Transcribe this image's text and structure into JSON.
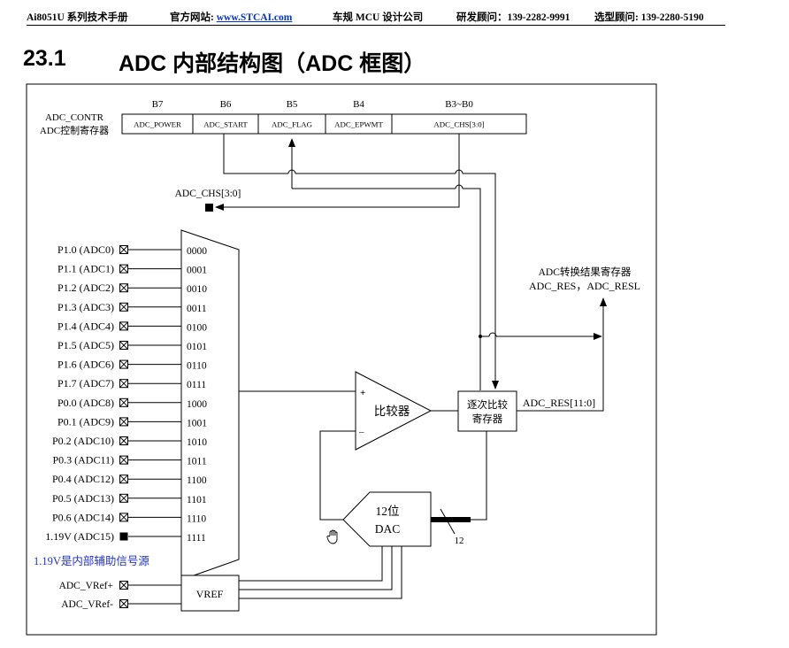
{
  "header": {
    "product": "Ai8051U 系列技术手册",
    "site_label": "官方网站: ",
    "site_url": "www.STCAI.com",
    "tagline": "车规 MCU 设计公司",
    "rd_contact": "研发顾问：139-2282-9991",
    "sales_contact": "选型顾问: 139-2280-5190"
  },
  "section": {
    "number": "23.1",
    "title": "ADC 内部结构图（ADC 框图）"
  },
  "diagram": {
    "register": {
      "name": "ADC_CONTR",
      "desc": "ADC控制寄存器",
      "bit_labels": [
        "B7",
        "B6",
        "B5",
        "B4",
        "B3~B0"
      ],
      "fields": [
        "ADC_POWER",
        "ADC_START",
        "ADC_FLAG",
        "ADC_EPWMT",
        "ADC_CHS[3:0]"
      ]
    },
    "chs_label": "ADC_CHS[3:0]",
    "inputs": [
      {
        "pin": "P1.0 (ADC0)",
        "code": "0000"
      },
      {
        "pin": "P1.1 (ADC1)",
        "code": "0001"
      },
      {
        "pin": "P1.2 (ADC2)",
        "code": "0010"
      },
      {
        "pin": "P1.3 (ADC3)",
        "code": "0011"
      },
      {
        "pin": "P1.4 (ADC4)",
        "code": "0100"
      },
      {
        "pin": "P1.5 (ADC5)",
        "code": "0101"
      },
      {
        "pin": "P1.6 (ADC6)",
        "code": "0110"
      },
      {
        "pin": "P1.7 (ADC7)",
        "code": "0111"
      },
      {
        "pin": "P0.0 (ADC8)",
        "code": "1000"
      },
      {
        "pin": "P0.1 (ADC9)",
        "code": "1001"
      },
      {
        "pin": "P0.2 (ADC10)",
        "code": "1010"
      },
      {
        "pin": "P0.3 (ADC11)",
        "code": "1011"
      },
      {
        "pin": "P0.4 (ADC12)",
        "code": "1100"
      },
      {
        "pin": "P0.5 (ADC13)",
        "code": "1101"
      },
      {
        "pin": "P0.6 (ADC14)",
        "code": "1110"
      },
      {
        "pin": "1.19V (ADC15)",
        "code": "1111"
      }
    ],
    "internal_note": "1.19V是内部辅助信号源",
    "comparator": {
      "label": "比较器",
      "plus": "+",
      "minus": "–"
    },
    "sar": {
      "line1": "逐次比较",
      "line2": "寄存器"
    },
    "result_reg": {
      "line1": "ADC转换结果寄存器",
      "line2": "ADC_RES，ADC_RESL"
    },
    "res_bus_label": "ADC_RES[11:0]",
    "dac": {
      "line1": "12位",
      "line2": "DAC"
    },
    "bus_width": "12",
    "vref": {
      "label": "VREF",
      "pos_pin": "ADC_VRef+",
      "neg_pin": "ADC_VRef-"
    },
    "cursor_icon": "hand-cursor-icon"
  },
  "colors": {
    "link": "#0033cc",
    "note": "#2233cc"
  }
}
